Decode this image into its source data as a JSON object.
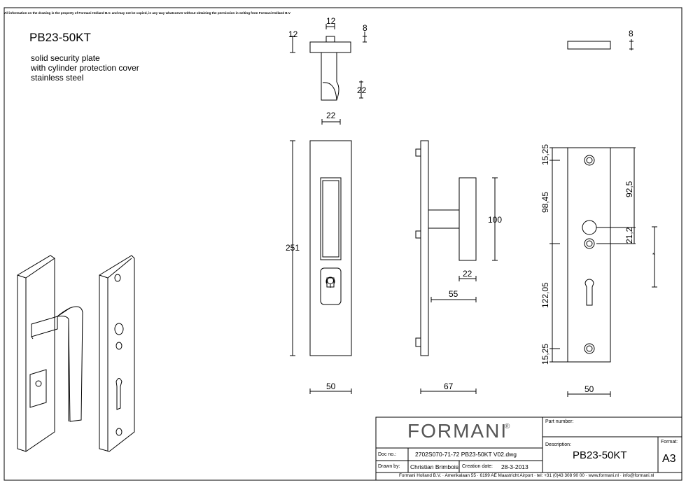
{
  "notice": "All information on the drawing is the property of Formani Holland B.V. and may not be copied, in any way whatsoever without obtaining the permission in writing from Formani Holland B.V",
  "product_code": "PB23-50KT",
  "description_lines": [
    "solid security plate",
    "with cylinder protection cover",
    "stainless steel"
  ],
  "dimensions": {
    "knob_top_width": "12",
    "knob_top_height": "12",
    "knob_cap_thickness": "8",
    "knob_depth": "22",
    "knob_width": "22",
    "cover_thickness": "8",
    "front_height": "251",
    "front_width": "50",
    "side_handle_height": "100",
    "side_handle_width": "22",
    "side_projection": "55",
    "side_depth": "67",
    "back_top_hole": "15,25",
    "back_to_knob": "98,45",
    "back_to_middle": "92,5",
    "back_middle_gap": "21,2",
    "back_to_cylinder": "122,05",
    "back_bottom_hole": "15,25",
    "back_width": "50",
    "star_marker": "*"
  },
  "title_block": {
    "logo": "FORMANI",
    "logo_mark": "®",
    "part_number_label": "Part number:",
    "description_label": "Description:",
    "description_value": "PB23-50KT",
    "format_label": "Format:",
    "format_value": "A3",
    "doc_no_label": "Doc no.:",
    "doc_no_value": "2702S070-71-72 PB23-50KT V02.dwg",
    "drawn_by_label": "Drawn by:",
    "drawn_by_value": "Christian Brimbois",
    "creation_date_label": "Creation date:",
    "creation_date_value": "28-3-2013",
    "footer": "Formani Holland B.V. · Amerikalaan 55 · 6199 AE Maastricht Airport · tel: +31 (0)43 308 90 00 · www.formani.nl · info@formani.nl"
  }
}
